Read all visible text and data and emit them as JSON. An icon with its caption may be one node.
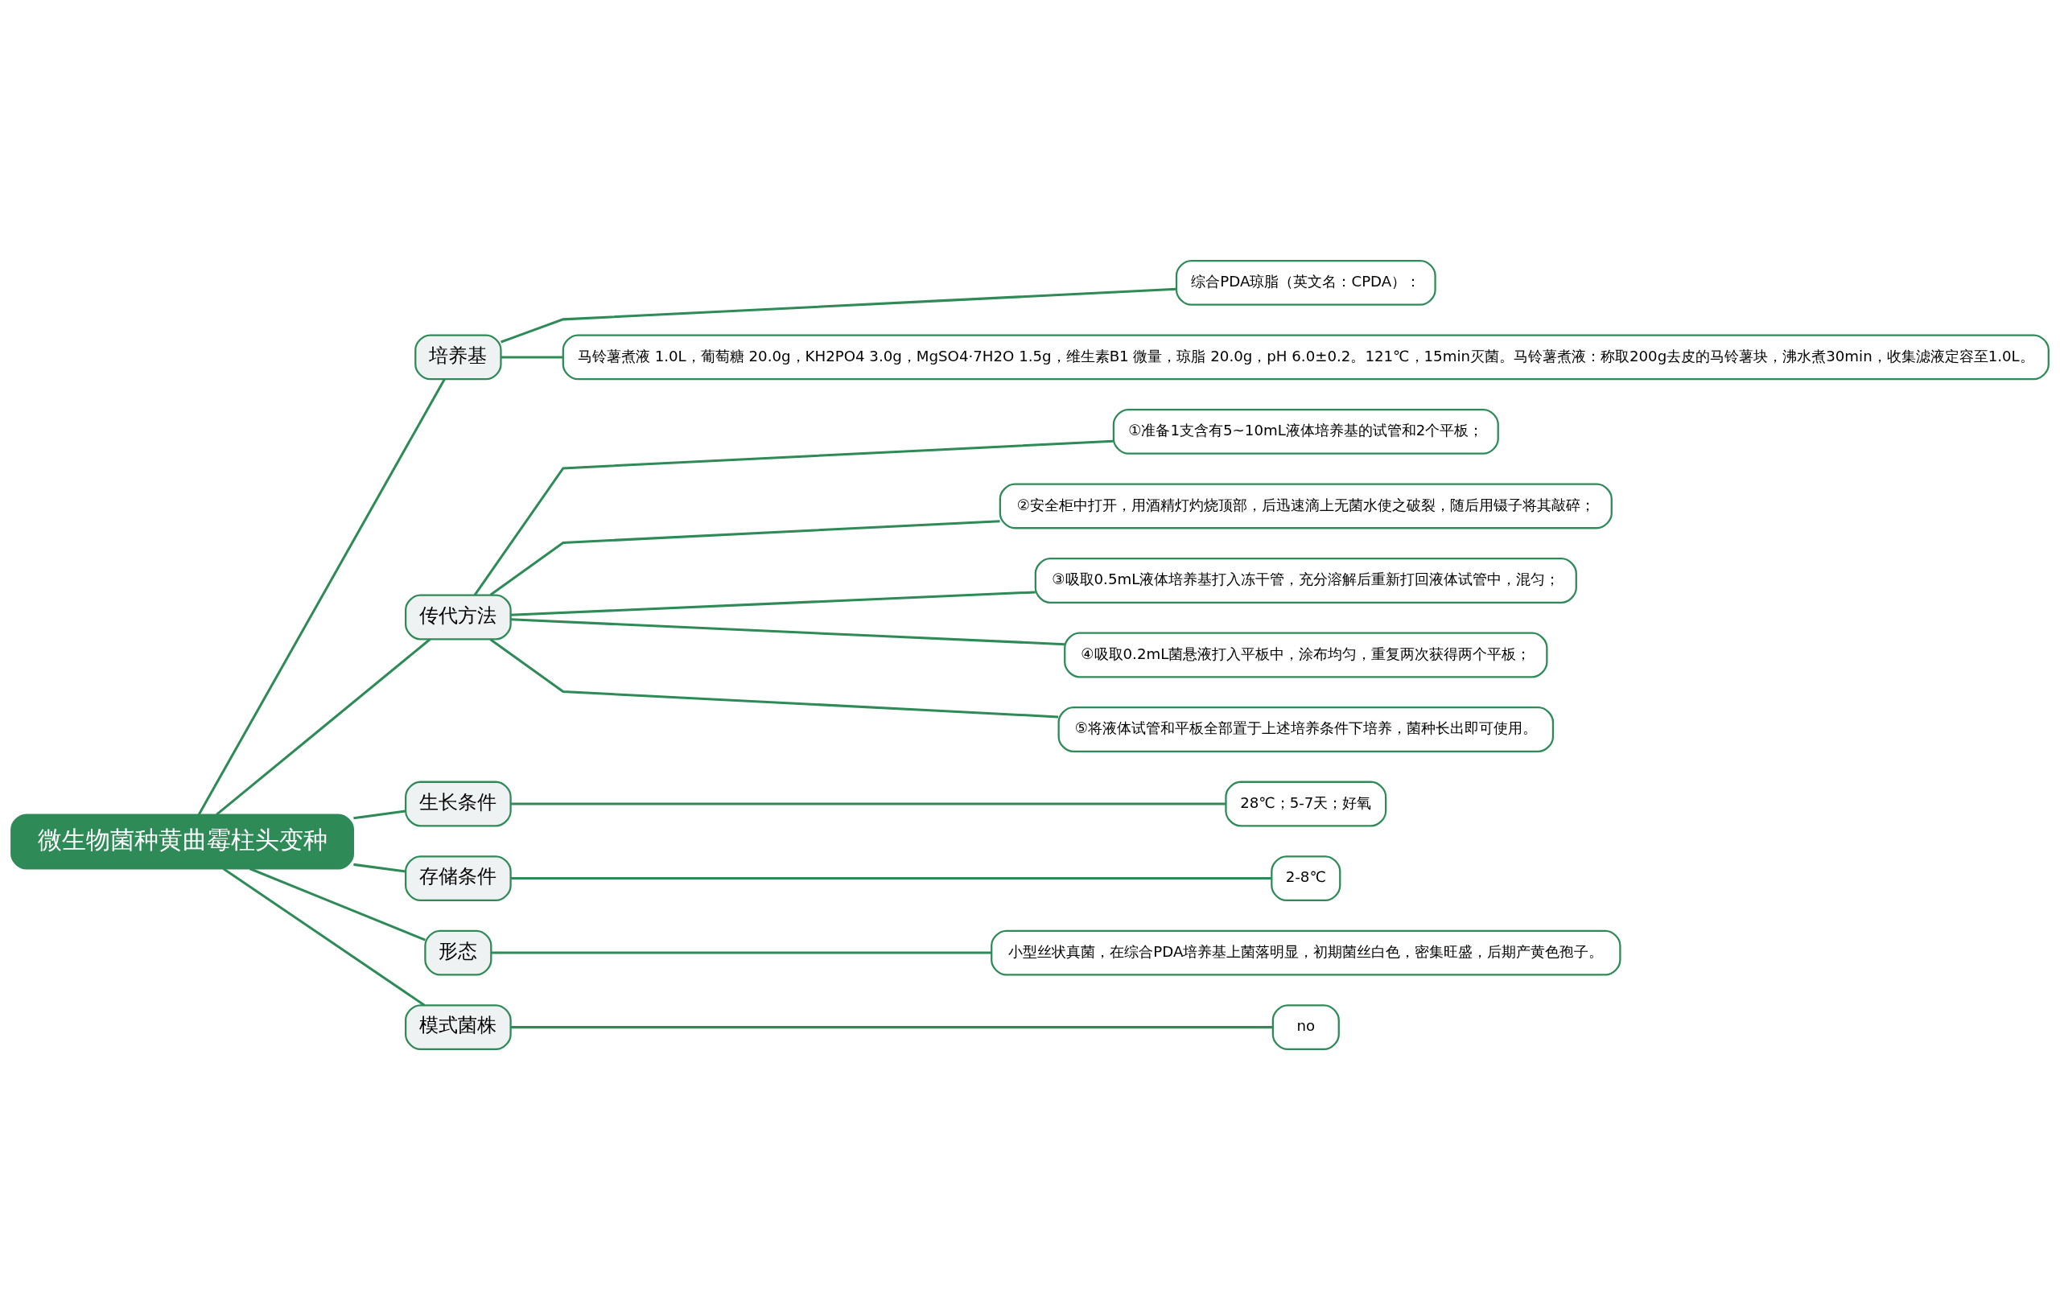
{
  "diagram": {
    "nodes": [
      {
        "text": [
          "微生物菌种黄曲霉柱头变种"
        ]
      },
      {
        "text": [
          "培养基"
        ]
      },
      {
        "text": [
          "综合PDA琼脂（英文名：CPDA）："
        ]
      },
      {
        "text": [
          "马铃薯煮液 1.0L，葡萄糖 20.0g，KH2PO4 3.0g，MgSO4·7H2O 1.5g，维生素B1 微量，琼脂 20.0g，pH 6.0±0.2。121℃，15min灭菌。马铃薯煮液：称取200g去皮的马铃薯块，沸水煮30min，收集滤液定容至1.0L。"
        ]
      },
      {
        "text": [
          "传代方法"
        ]
      },
      {
        "text": [
          "①准备1支含有5~10mL液体培养基的试管和2个平板；"
        ]
      },
      {
        "text": [
          "②安全柜中打开，用酒精灯灼烧顶部，后迅速滴上无菌水使之破裂，随后用镊子将其敲碎；"
        ]
      },
      {
        "text": [
          "③吸取0.5mL液体培养基打入冻干管，充分溶解后重新打回液体试管中，混匀；"
        ]
      },
      {
        "text": [
          "④吸取0.2mL菌悬液打入平板中，涂布均匀，重复两次获得两个平板；"
        ]
      },
      {
        "text": [
          "⑤将液体试管和平板全部置于上述培养条件下培养，菌种长出即可使用。"
        ]
      },
      {
        "text": [
          "生长条件"
        ]
      },
      {
        "text": [
          "28℃；5-7天；好氧"
        ]
      },
      {
        "text": [
          "存储条件"
        ]
      },
      {
        "text": [
          "2-8℃"
        ]
      },
      {
        "text": [
          "形态"
        ]
      },
      {
        "text": [
          "小型丝状真菌，在综合PDA培养基上菌落明显，初期菌丝白色，密集旺盛，后期产黄色孢子。"
        ]
      },
      {
        "text": [
          "模式菌株"
        ]
      },
      {
        "text": [
          "no"
        ]
      }
    ],
    "edges": [
      {
        "from": 0,
        "to": 1,
        "arrow": "none"
      },
      {
        "from": 1,
        "to": 2,
        "arrow": "none"
      },
      {
        "from": 1,
        "to": 3,
        "arrow": "none"
      },
      {
        "from": 0,
        "to": 4,
        "arrow": "none"
      },
      {
        "from": 4,
        "to": 5,
        "arrow": "none"
      },
      {
        "from": 4,
        "to": 6,
        "arrow": "none"
      },
      {
        "from": 4,
        "to": 7,
        "arrow": "none"
      },
      {
        "from": 4,
        "to": 8,
        "arrow": "none"
      },
      {
        "from": 4,
        "to": 9,
        "arrow": "none"
      },
      {
        "from": 0,
        "to": 10,
        "arrow": "none"
      },
      {
        "from": 10,
        "to": 11,
        "arrow": "none"
      },
      {
        "from": 0,
        "to": 12,
        "arrow": "none"
      },
      {
        "from": 12,
        "to": 13,
        "arrow": "none"
      },
      {
        "from": 0,
        "to": 14,
        "arrow": "none"
      },
      {
        "from": 14,
        "to": 15,
        "arrow": "none"
      },
      {
        "from": 0,
        "to": 16,
        "arrow": "none"
      },
      {
        "from": 16,
        "to": 17,
        "arrow": "none"
      }
    ]
  }
}
